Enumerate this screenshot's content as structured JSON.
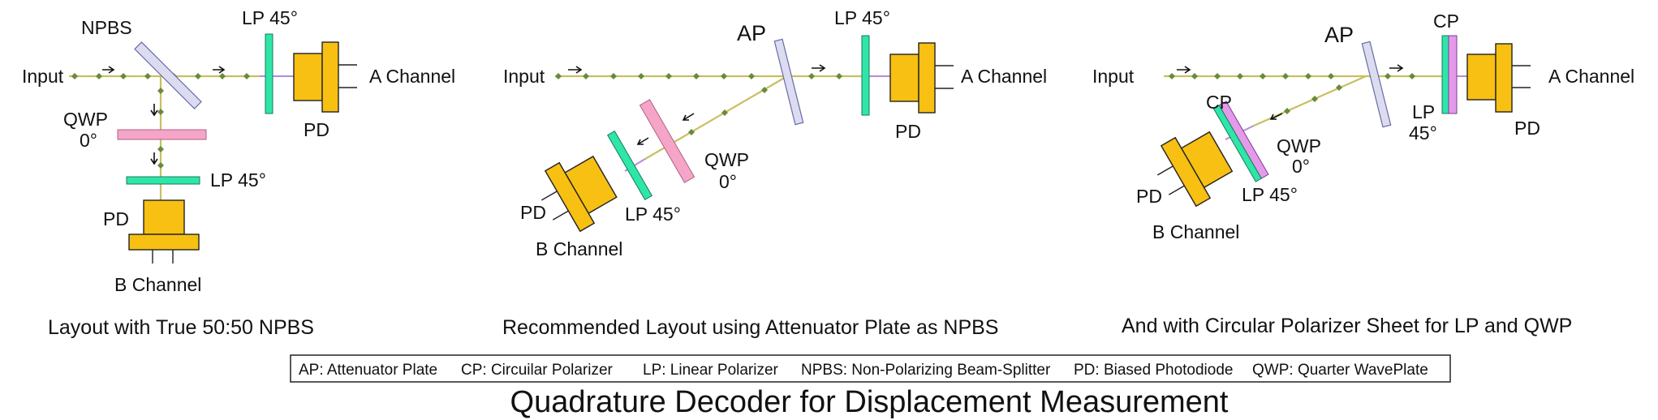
{
  "colors": {
    "beam": "#c8c060",
    "beam_marker": "#6a8a3a",
    "linear_polarizer": "#2ee6a8",
    "quarter_waveplate": "#f5a6c8",
    "splitter_plate": "#dcdcf0",
    "splitter_edge": "#6a6aa8",
    "photodiode": "#f7c012",
    "outline": "#222222"
  },
  "panel1": {
    "input": "Input",
    "npbs": "NPBS",
    "lp45_top": "LP 45°",
    "a_channel": "A Channel",
    "pd_right": "PD",
    "qwp": "QWP",
    "qwp_angle": "0°",
    "lp45_bottom": "LP 45°",
    "pd_bottom": "PD",
    "b_channel": "B Channel",
    "caption": "Layout with True 50:50 NPBS"
  },
  "panel2": {
    "input": "Input",
    "ap": "AP",
    "lp45_top": "LP 45°",
    "a_channel": "A Channel",
    "pd_right": "PD",
    "qwp": "QWP",
    "qwp_angle": "0°",
    "pd_left": "PD",
    "lp45_bottom": "LP 45°",
    "b_channel": "B Channel",
    "caption": "Recommended Layout using Attenuator Plate as NPBS"
  },
  "panel3": {
    "input": "Input",
    "ap": "AP",
    "cp_top": "CP",
    "a_channel": "A Channel",
    "lp": "LP",
    "lp_angle": "45°",
    "pd_right": "PD",
    "cp_left": "CP",
    "qwp": "QWP",
    "qwp_angle": "0°",
    "pd_left": "PD",
    "lp45": "LP 45°",
    "b_channel": "B Channel",
    "caption": "And with Circular Polarizer Sheet for LP and QWP"
  },
  "legend": {
    "items": [
      "AP: Attenuator Plate",
      "CP: Circuilar Polarizer",
      "LP: Linear Polarizer",
      "NPBS: Non-Polarizing Beam-Splitter",
      "PD: Biased Photodiode",
      "QWP: Quarter WavePlate"
    ]
  },
  "title": "Quadrature Decoder for Displacement Measurement"
}
